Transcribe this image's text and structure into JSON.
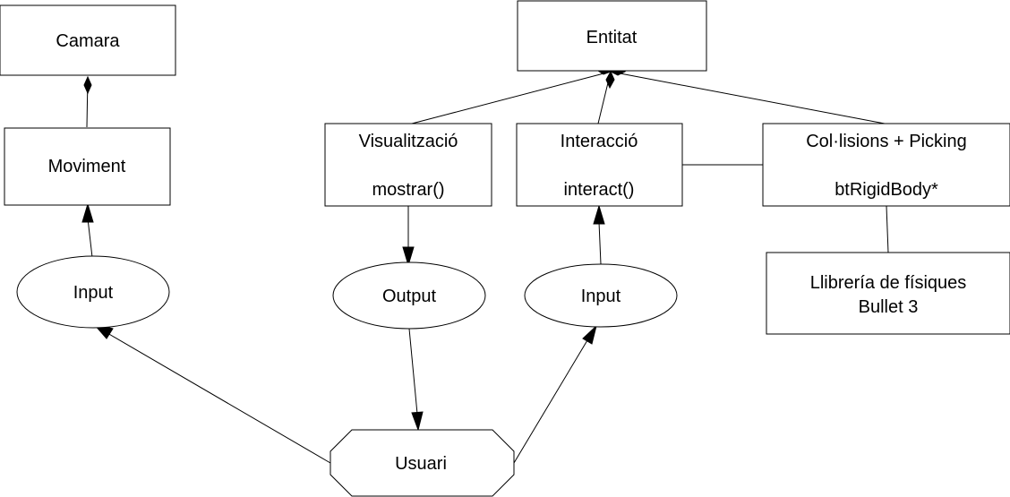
{
  "nodes": {
    "camara": {
      "label": "Camara"
    },
    "entitat": {
      "label": "Entitat"
    },
    "moviment": {
      "label": "Moviment"
    },
    "visualitzacio": {
      "label": "Visualització",
      "method": "mostrar()"
    },
    "interaccio": {
      "label": "Interacció",
      "method": "interact()"
    },
    "colisions": {
      "label": "Col·lisions + Picking",
      "member": "btRigidBody*"
    },
    "input_left": {
      "label": "Input"
    },
    "output": {
      "label": "Output"
    },
    "input_right": {
      "label": "Input"
    },
    "llibreria": {
      "line1": "Llibrería de físiques",
      "line2": "Bullet 3"
    },
    "usuari": {
      "label": "Usuari"
    }
  }
}
